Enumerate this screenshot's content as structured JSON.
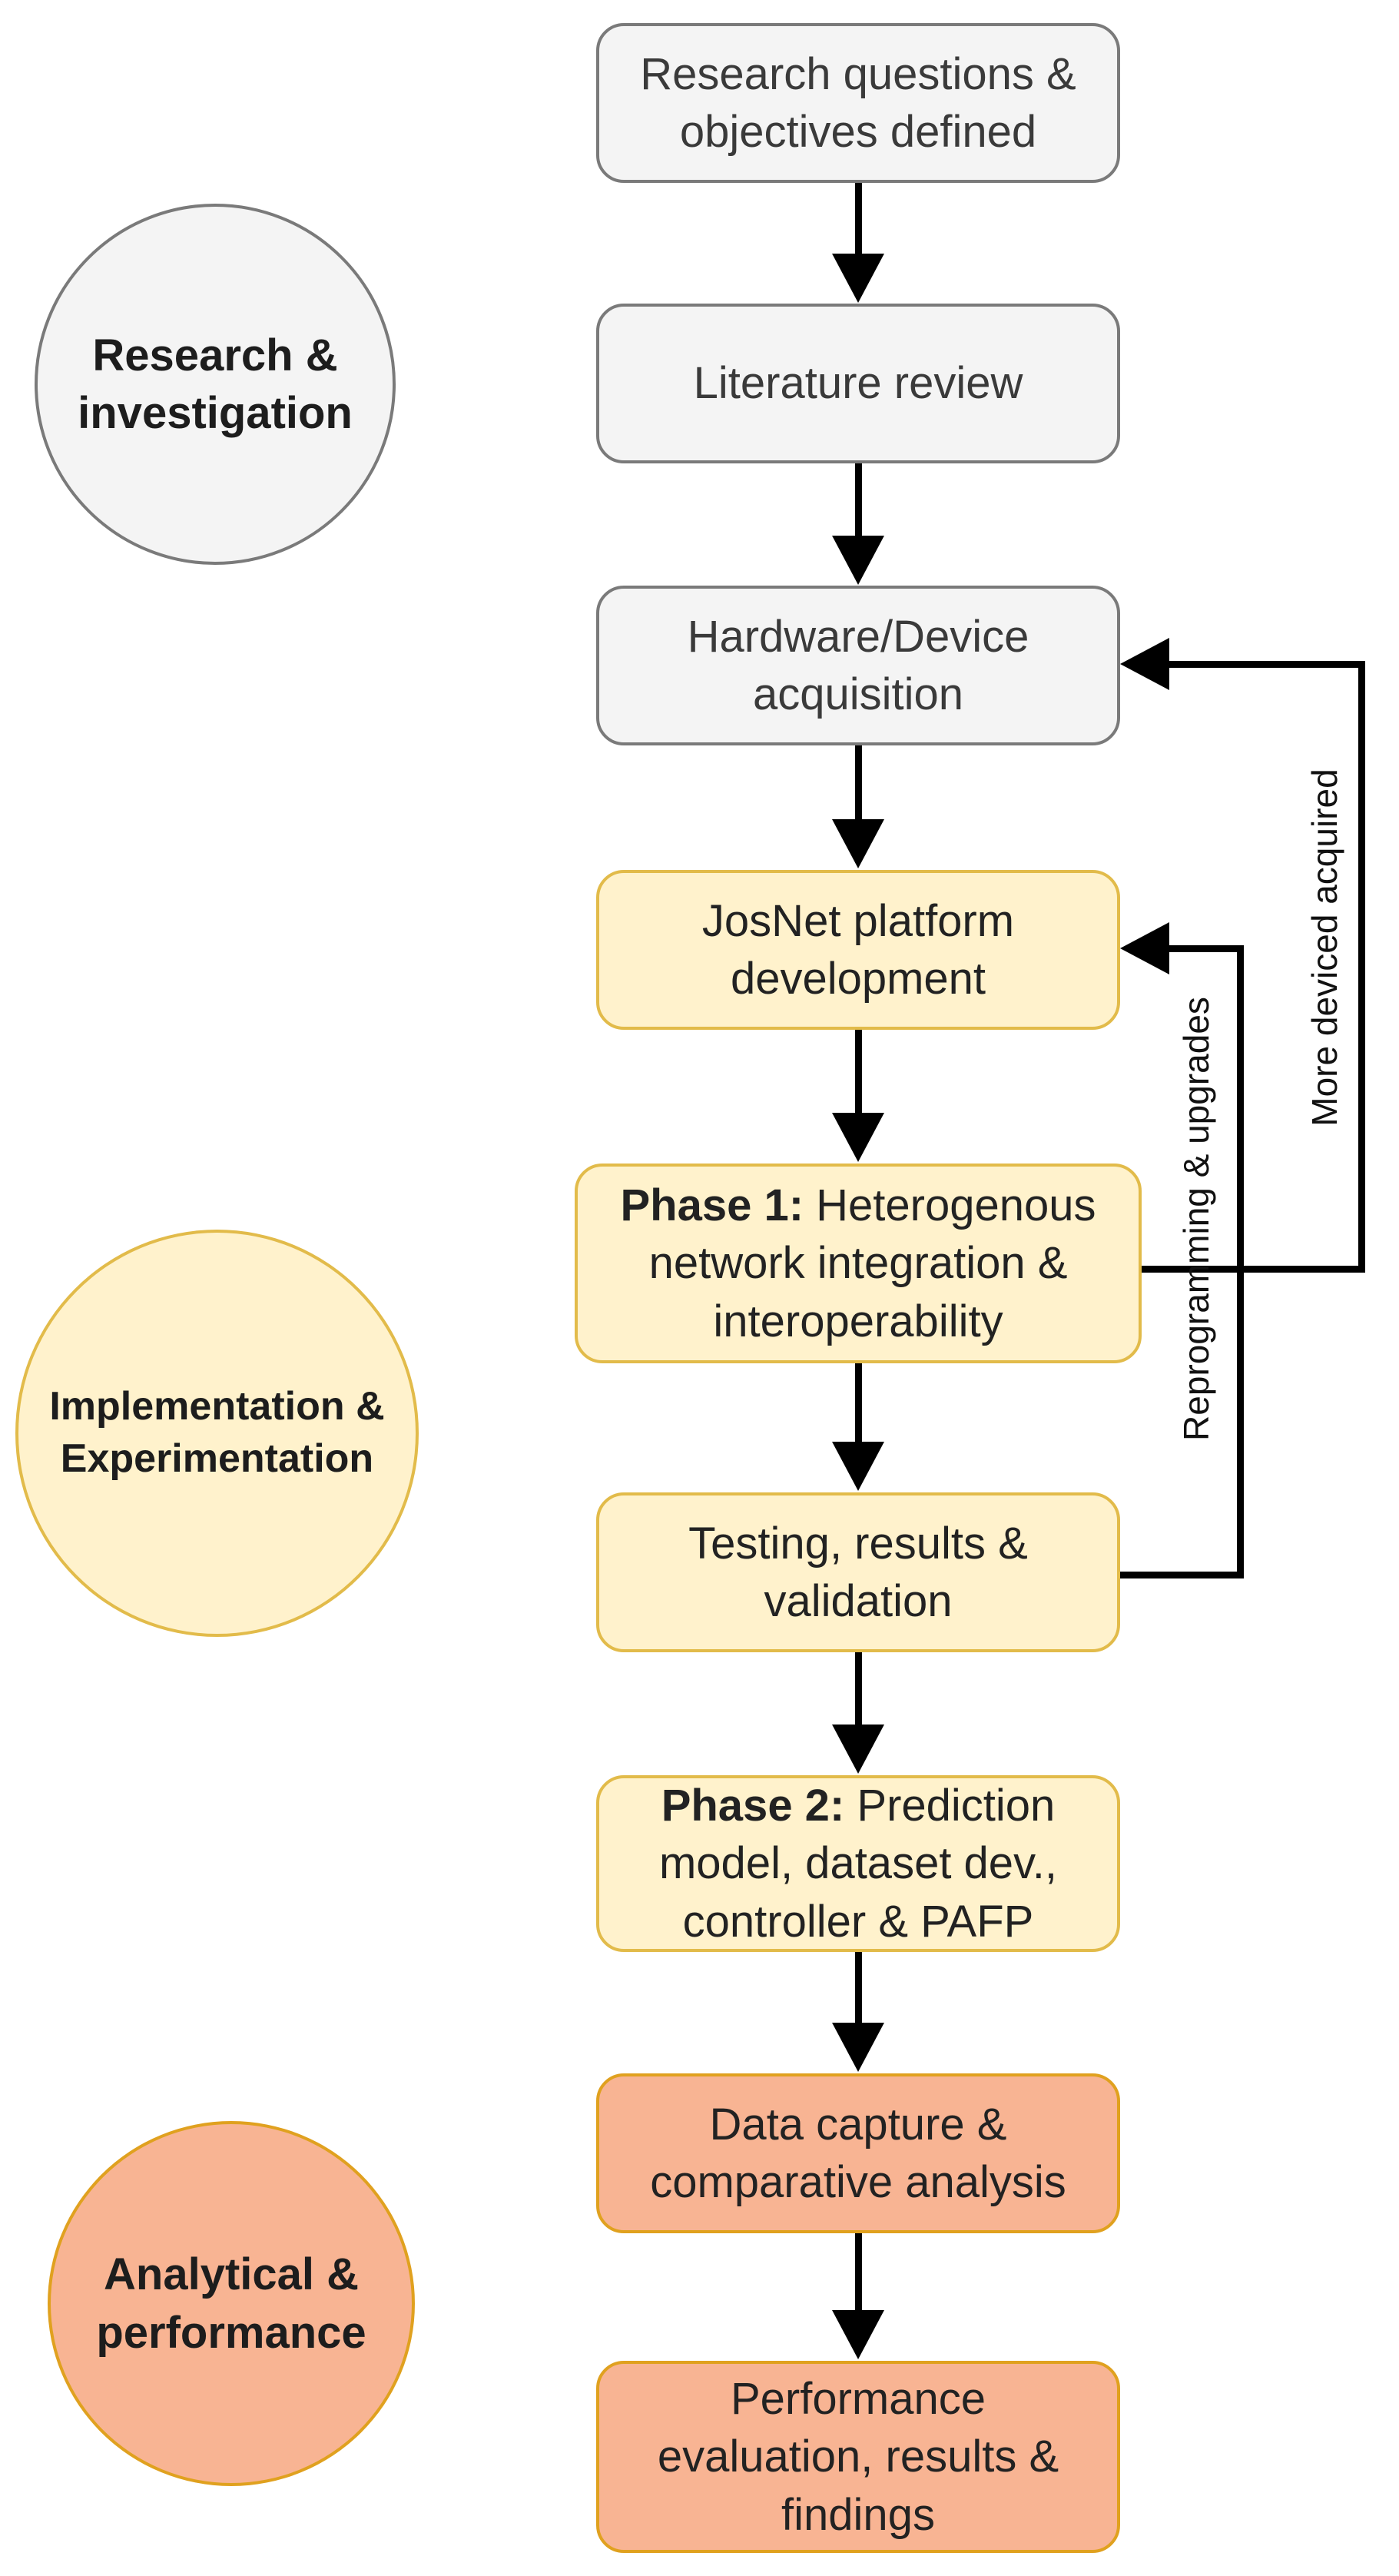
{
  "stages": {
    "research": "Research & investigation",
    "implementation": "Implementation & Experimentation",
    "analytical": "Analytical & performance"
  },
  "steps": {
    "research_questions": "Research questions & objectives defined",
    "literature_review": "Literature review",
    "hardware_acquisition": "Hardware/Device acquisition",
    "josnet_development": "JosNet platform development",
    "phase1_prefix": "Phase 1:",
    "phase1_text": "Heterogenous network integration & interoperability",
    "testing_validation": "Testing, results & validation",
    "phase2_prefix": "Phase 2:",
    "phase2_text": "Prediction model, dataset dev., controller & PAFP",
    "data_capture": "Data capture & comparative analysis",
    "performance_evaluation": "Performance evaluation, results & findings"
  },
  "feedback": {
    "more_devices": "More deviced acquired",
    "reprogramming": "Reprogramming & upgrades"
  },
  "colors": {
    "gray_fill": "#f4f4f4",
    "yellow_fill": "#fff2cc",
    "orange_fill": "#f8b493",
    "arrow": "#000000"
  }
}
